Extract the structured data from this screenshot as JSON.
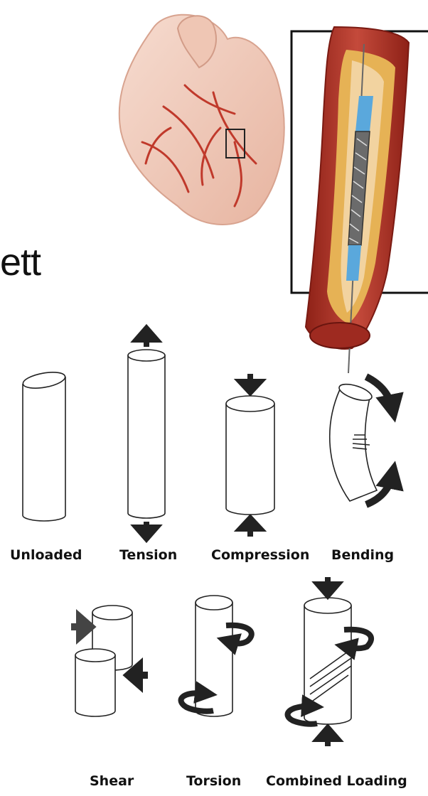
{
  "partial_text": "ett",
  "loading_labels": {
    "unloaded": "Unloaded",
    "tension": "Tension",
    "compression": "Compression",
    "bending": "Bending",
    "shear": "Shear",
    "torsion": "Torsion",
    "combined": "Combined Loading"
  },
  "colors": {
    "artery": "#b7352a",
    "artery_light": "#d9766a",
    "plaque": "#e2b85a",
    "catheter_blue": "#5aa8dc",
    "heart": "#f0c9b8",
    "vessels": "#c0392b"
  }
}
